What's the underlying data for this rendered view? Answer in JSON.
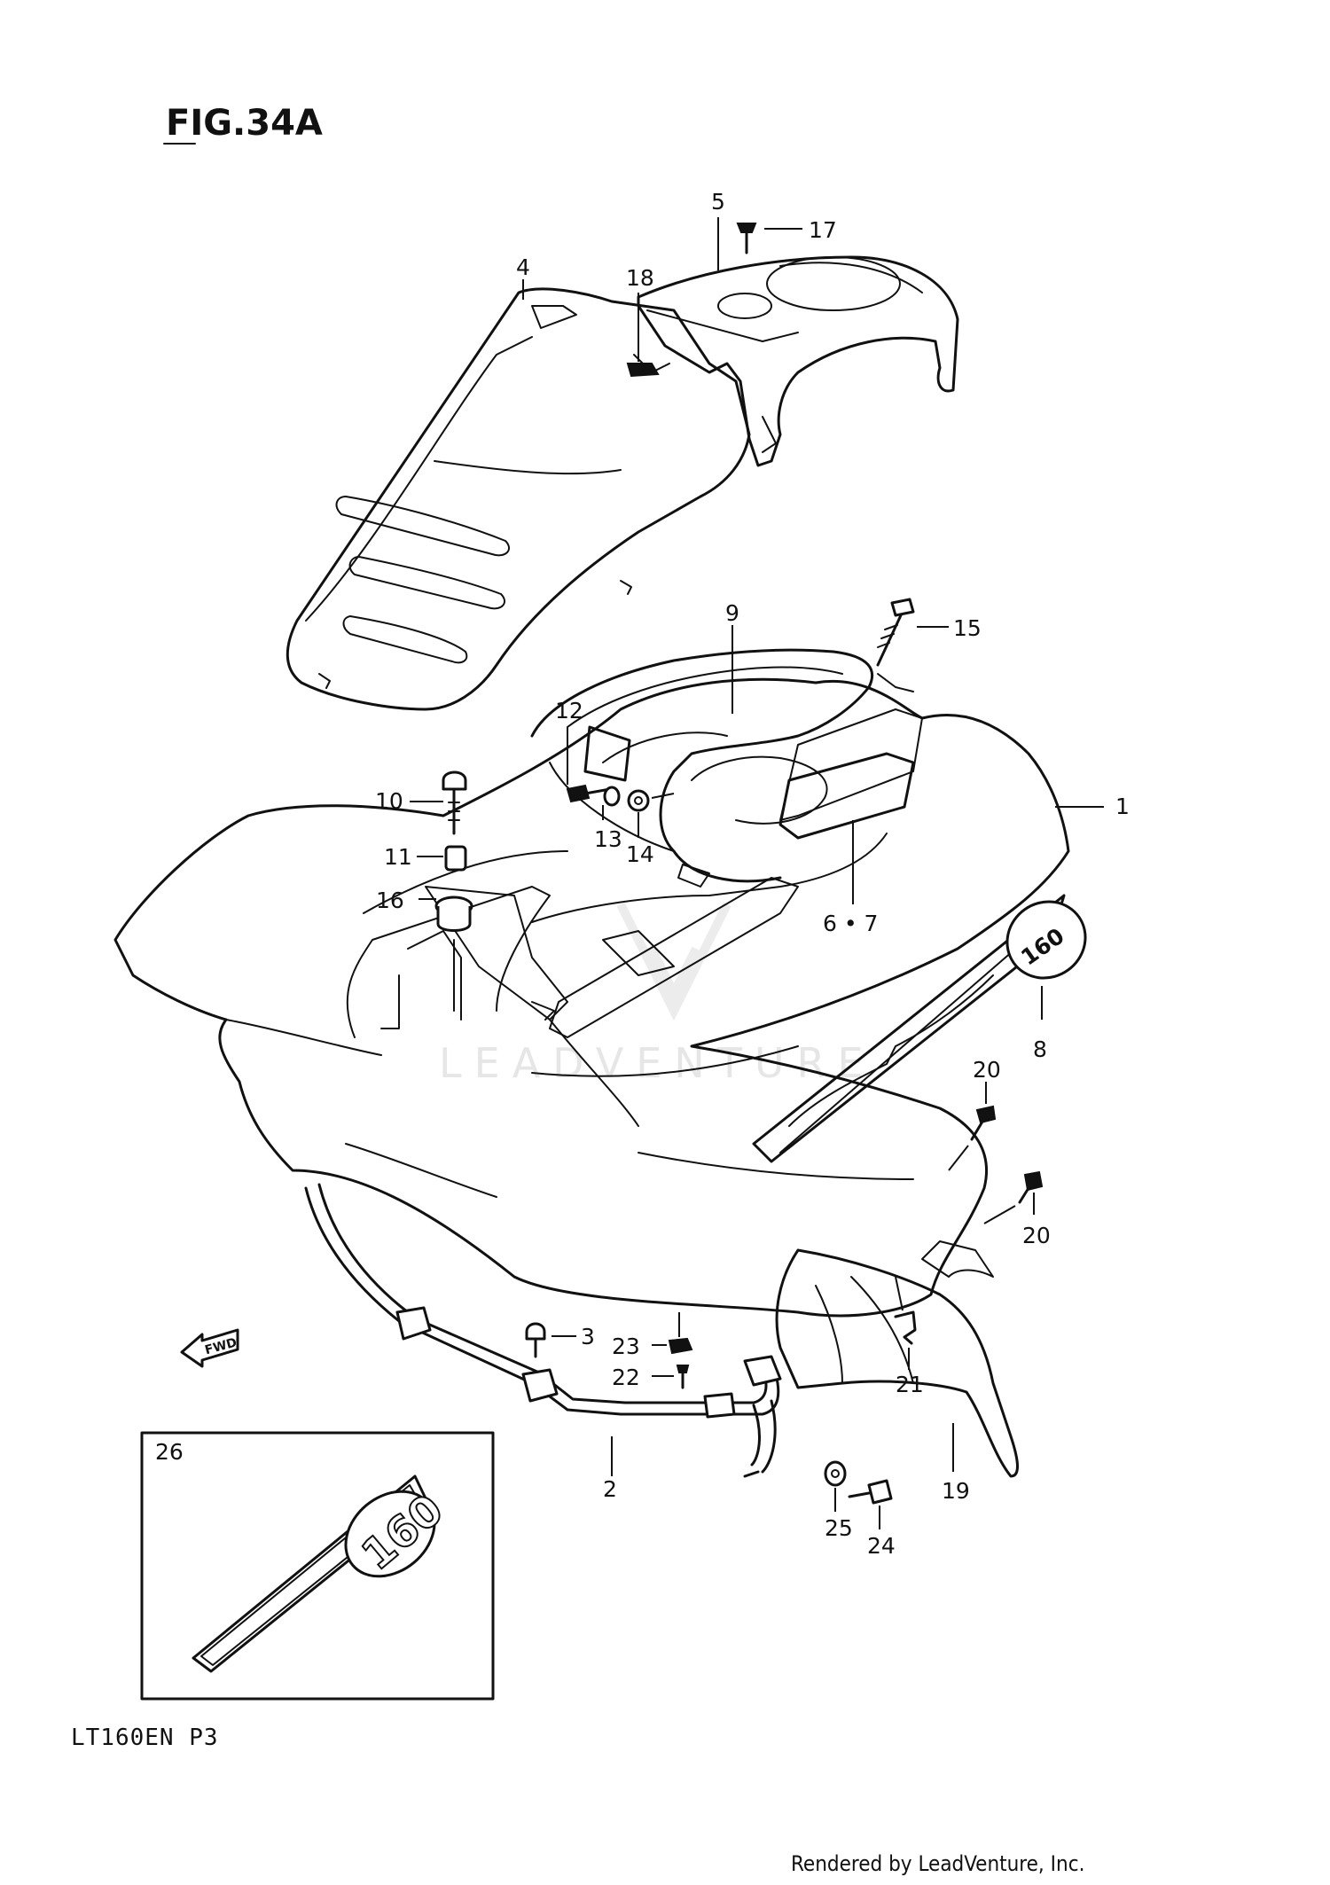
{
  "figure": {
    "title": "FIG.34A",
    "model_code": "LT160EN  P3",
    "inset_label": "26",
    "fwd_label": "FWD",
    "decal_text": "160",
    "watermark": "LEADVENTURE",
    "credit": "Rendered by LeadVenture, Inc."
  },
  "callouts": {
    "c1": "1",
    "c2": "2",
    "c3": "3",
    "c4": "4",
    "c5": "5",
    "c67": "6 • 7",
    "c8": "8",
    "c9": "9",
    "c10": "10",
    "c11": "11",
    "c12": "12",
    "c13": "13",
    "c14": "14",
    "c15": "15",
    "c16": "16",
    "c17": "17",
    "c18": "18",
    "c19": "19",
    "c20a": "20",
    "c20b": "20",
    "c21": "21",
    "c22": "22",
    "c23": "23",
    "c24": "24",
    "c25": "25"
  }
}
